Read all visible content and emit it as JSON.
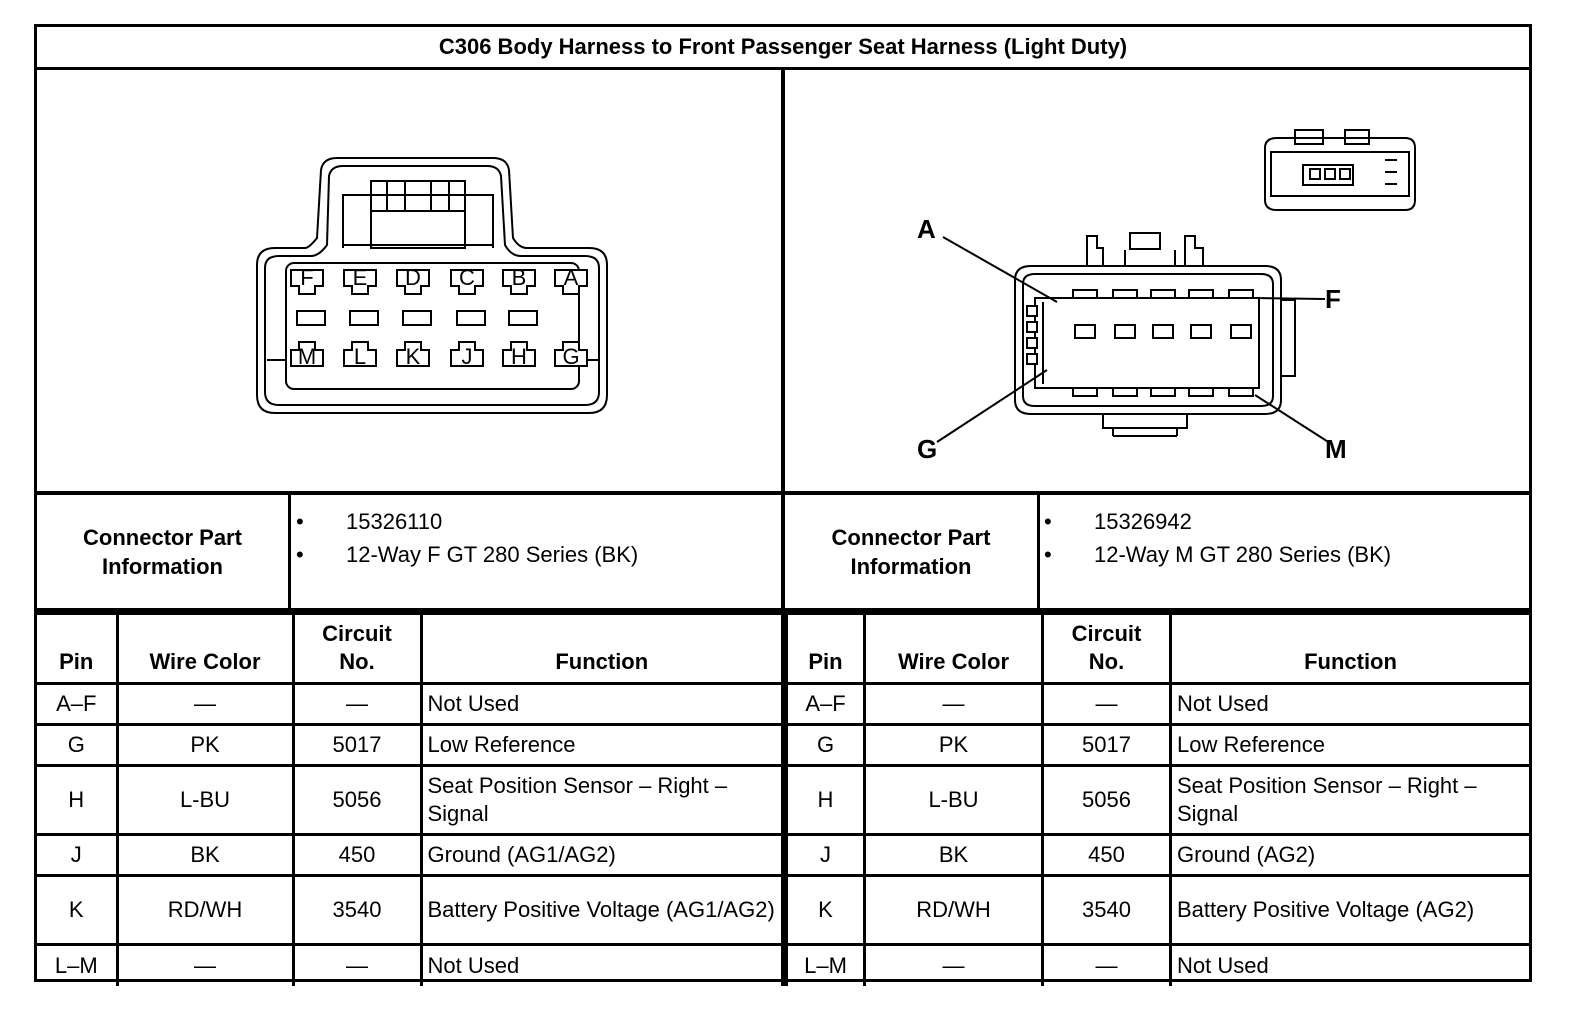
{
  "title": "C306 Body Harness to Front Passenger Seat Harness (Light Duty)",
  "left_connector": {
    "cavity_labels_top": [
      "F",
      "E",
      "D",
      "C",
      "B",
      "A"
    ],
    "cavity_labels_bottom": [
      "M",
      "L",
      "K",
      "J",
      "H",
      "G"
    ],
    "info_caption_line1": "Connector Part",
    "info_caption_line2": "Information",
    "part_info": [
      "15326110",
      "12-Way F GT 280 Series (BK)"
    ]
  },
  "right_connector": {
    "callouts": [
      "A",
      "F",
      "G",
      "M"
    ],
    "info_caption_line1": "Connector Part",
    "info_caption_line2": "Information",
    "part_info": [
      "15326942",
      "12-Way M GT 280 Series (BK)"
    ]
  },
  "table_headers": {
    "pin": "Pin",
    "wire_color": "Wire Color",
    "circuit_line1": "Circuit",
    "circuit_line2": "No.",
    "function": "Function"
  },
  "left_table": [
    {
      "pin": "A–F",
      "color": "—",
      "circuit": "—",
      "function": "Not Used"
    },
    {
      "pin": "G",
      "color": "PK",
      "circuit": "5017",
      "function": "Low Reference"
    },
    {
      "pin": "H",
      "color": "L-BU",
      "circuit": "5056",
      "function": "Seat Position Sensor – Right – Signal"
    },
    {
      "pin": "J",
      "color": "BK",
      "circuit": "450",
      "function": "Ground (AG1/AG2)"
    },
    {
      "pin": "K",
      "color": "RD/WH",
      "circuit": "3540",
      "function": "Battery Positive Voltage (AG1/AG2)"
    },
    {
      "pin": "L–M",
      "color": "—",
      "circuit": "—",
      "function": "Not Used"
    }
  ],
  "right_table": [
    {
      "pin": "A–F",
      "color": "—",
      "circuit": "—",
      "function": "Not Used"
    },
    {
      "pin": "G",
      "color": "PK",
      "circuit": "5017",
      "function": "Low Reference"
    },
    {
      "pin": "H",
      "color": "L-BU",
      "circuit": "5056",
      "function": "Seat Position Sensor – Right – Signal"
    },
    {
      "pin": "J",
      "color": "BK",
      "circuit": "450",
      "function": "Ground (AG2)"
    },
    {
      "pin": "K",
      "color": "RD/WH",
      "circuit": "3540",
      "function": "Battery Positive Voltage (AG2)"
    },
    {
      "pin": "L–M",
      "color": "—",
      "circuit": "—",
      "function": "Not Used"
    }
  ]
}
